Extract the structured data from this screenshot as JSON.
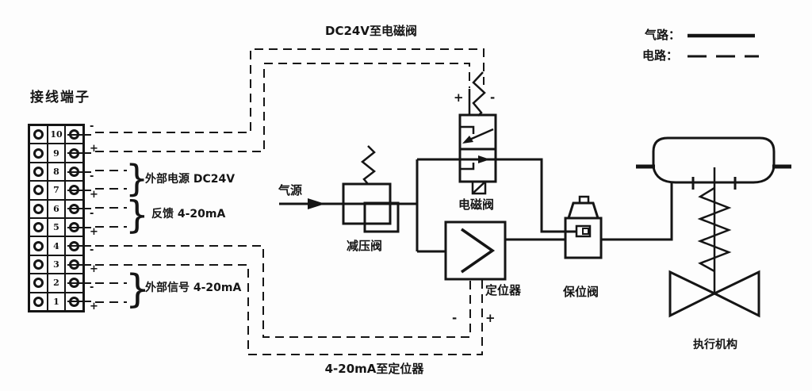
{
  "titles": {
    "top_route": "DC24V至电磁阀",
    "bottom_route": "4-20mA至定位器"
  },
  "legend": {
    "air_label": "气路：",
    "electric_label": "电路："
  },
  "terminal_block": {
    "title": "接线端子",
    "terminals": [
      {
        "number": "10",
        "sign": "-"
      },
      {
        "number": "9",
        "sign": "+"
      },
      {
        "number": "8",
        "sign": "-"
      },
      {
        "number": "7",
        "sign": "+"
      },
      {
        "number": "6",
        "sign": "-"
      },
      {
        "number": "5",
        "sign": "+"
      },
      {
        "number": "4",
        "sign": "-"
      },
      {
        "number": "3",
        "sign": "+"
      },
      {
        "number": "2",
        "sign": "-"
      },
      {
        "number": "1",
        "sign": "+"
      }
    ],
    "groups": [
      {
        "label": "外部电源 DC24V"
      },
      {
        "label": "反馈 4-20mA"
      },
      {
        "label": "外部信号 4-20mA"
      }
    ]
  },
  "components": {
    "air_source": "气源",
    "reducing_valve": "减压阀",
    "solenoid_valve": "电磁阀",
    "positioner": "定位器",
    "lockup_valve": "保位阀",
    "actuator": "执行机构"
  },
  "polarity": {
    "solenoid_plus": "+",
    "solenoid_minus": "-",
    "positioner_minus": "-",
    "positioner_plus": "+"
  },
  "colors": {
    "line": "#151515",
    "background": "#fdfdfd"
  }
}
